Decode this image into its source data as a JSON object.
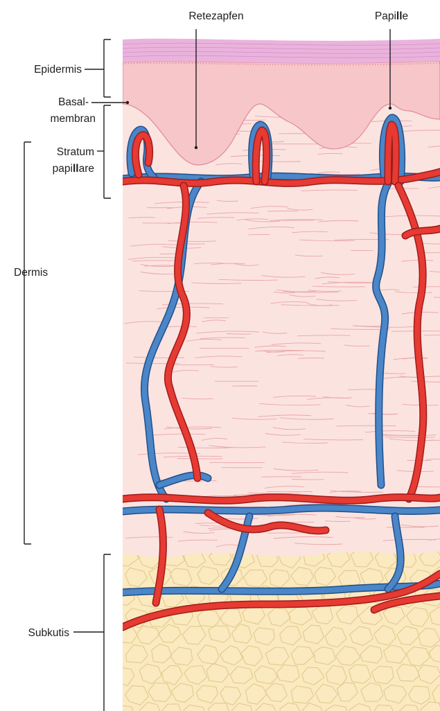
{
  "labels": {
    "top": [
      "Retezapfen",
      "Papi",
      "ll",
      "e"
    ],
    "epidermis": "Epidermis",
    "basal_line1": "Basal-",
    "basal_line2": "membran",
    "stratum_line1": "Stratum",
    "stratum_line2a": "papi",
    "stratum_line2b": "ll",
    "stratum_line2c": "are",
    "dermis": "Dermis",
    "subkutis": "Subkutis"
  },
  "colors": {
    "epidermis_top": "#eab3dc",
    "epidermis_bottom": "#f6c6c8",
    "dermis": "#fbe3e0",
    "subkutis": "#fbe9bf",
    "artery": "#e63a32",
    "vein": "#4a86c8"
  }
}
